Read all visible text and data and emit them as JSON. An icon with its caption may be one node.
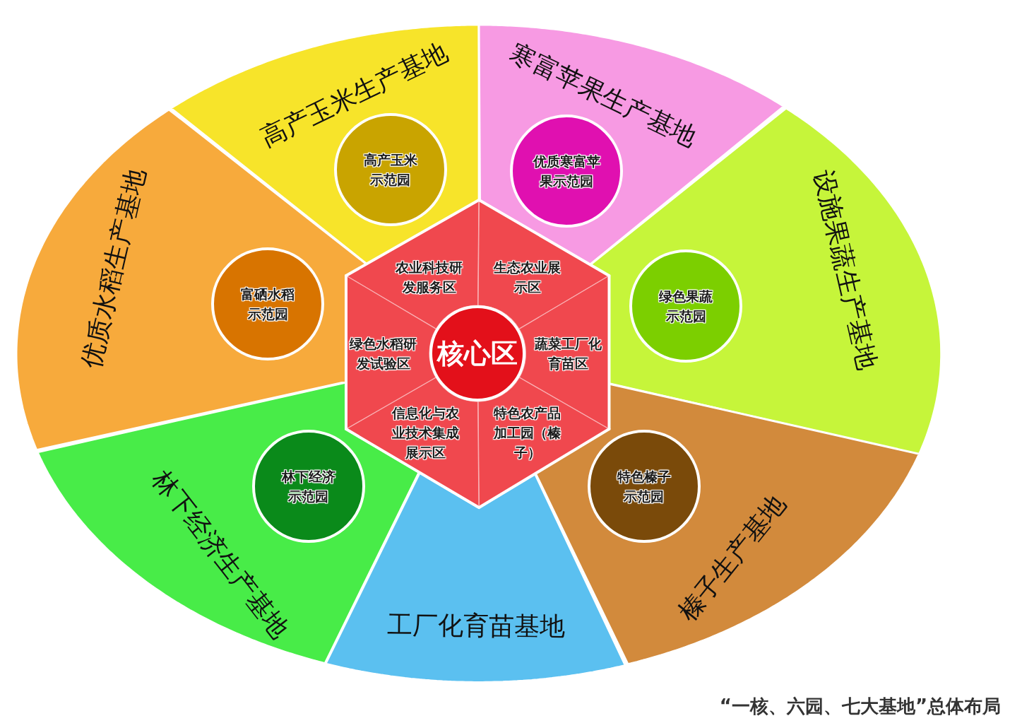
{
  "diagram": {
    "caption": "“一核、六园、七大基地”总体布局",
    "nodes": [
      {
        "text": [
          "高产玉米生产基地"
        ]
      },
      {
        "text": [
          "高产玉米示范园"
        ],
        "in": 0
      },
      {
        "text": [
          "寒富苹果生产基地"
        ]
      },
      {
        "text": [
          "优质寒富苹果示范园"
        ],
        "in": 2
      },
      {
        "text": [
          "设施果蔬生产基地"
        ]
      },
      {
        "text": [
          "绿色果蔬示范园"
        ],
        "in": 4
      },
      {
        "text": [
          "榛子生产基地"
        ]
      },
      {
        "text": [
          "特色榛子示范园"
        ],
        "in": 6
      },
      {
        "text": [
          "工厂化育苗基地"
        ]
      },
      {
        "text": [
          "林下经济生产基地"
        ]
      },
      {
        "text": [
          "林下经济示范园"
        ],
        "in": 9
      },
      {
        "text": [
          "优质水稻生产基地"
        ]
      },
      {
        "text": [
          "富硒水稻示范园"
        ],
        "in": 11
      },
      {
        "text": [
          "农业科技研发服务区"
        ]
      },
      {
        "text": [
          "生态农业展示区"
        ]
      },
      {
        "text": [
          "蔬菜工厂化育苗区"
        ]
      },
      {
        "text": [
          "特色农产品加工园（榛子）"
        ]
      },
      {
        "text": [
          "信息化与农业技术集成展示区"
        ]
      },
      {
        "text": [
          "绿色水稻研发试验区"
        ]
      },
      {
        "text": [
          "核心区"
        ]
      }
    ],
    "edges": []
  }
}
